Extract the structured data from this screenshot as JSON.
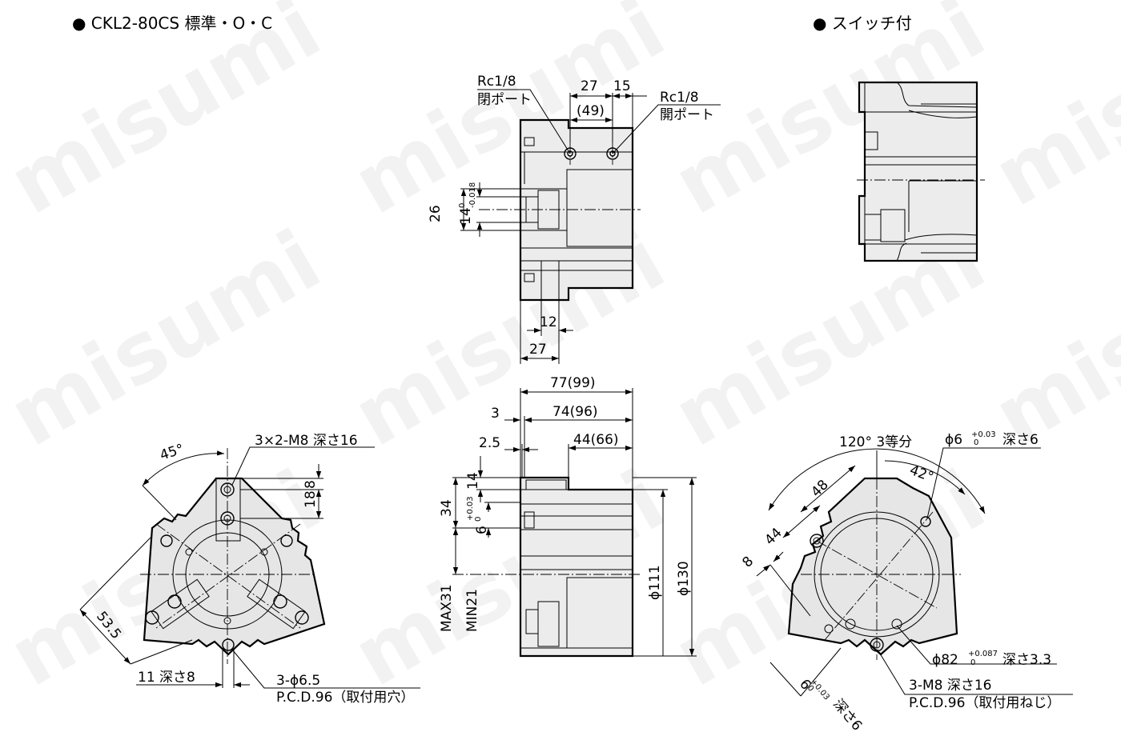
{
  "headings": {
    "left": "● CKL2-80CS 標準・O・C",
    "right": "● スイッチ付"
  },
  "watermark": "misumi",
  "top_view": {
    "port_close": [
      "Rc1/8",
      "閉ポート"
    ],
    "port_open": [
      "Rc1/8",
      "開ポート"
    ],
    "dims": {
      "d27": "27",
      "d15": "15",
      "d49": "(49)",
      "d26": "26",
      "d14": "14",
      "d14_tol_upper": "0",
      "d14_tol_lower": "-0.018",
      "d12": "12",
      "d27b": "27"
    }
  },
  "side_view": {
    "dims": {
      "d77": "77(99)",
      "d74": "74(96)",
      "d3": "3",
      "d44": "44(66)",
      "d25": "2.5",
      "d14": "14",
      "d34": "34",
      "d6": "6",
      "d6_tol_upper": "+0.03",
      "d6_tol_lower": "0",
      "max": "MAX31",
      "min": "MIN21",
      "phi111": "ϕ111",
      "phi130": "ϕ130"
    }
  },
  "left_view": {
    "angle45": "45°",
    "tap_label": "3×2-M8 深さ16",
    "d18": "18",
    "d8": "8",
    "d535": "53.5",
    "slot": "11 深さ8",
    "holes": "3-ϕ6.5",
    "pcd": "P.C.D.96（取付用穴）"
  },
  "right_view": {
    "angle120": "120° 3等分",
    "angle42": "42°",
    "pin": "ϕ6",
    "pin_tol_upper": "+0.03",
    "pin_tol_lower": "0",
    "pin_depth": "深さ6",
    "d48": "48",
    "d44": "44",
    "d8": "8",
    "bore": "ϕ82",
    "bore_tol_upper": "+0.087",
    "bore_tol_lower": "0",
    "bore_depth": "深さ3.3",
    "taps": "3-M8 深さ16",
    "pcd": "P.C.D.96（取付用ねじ）",
    "slot": "6",
    "slot_tol_upper": "+0.03",
    "slot_tol_lower": "0",
    "slot_depth": "深さ6"
  }
}
